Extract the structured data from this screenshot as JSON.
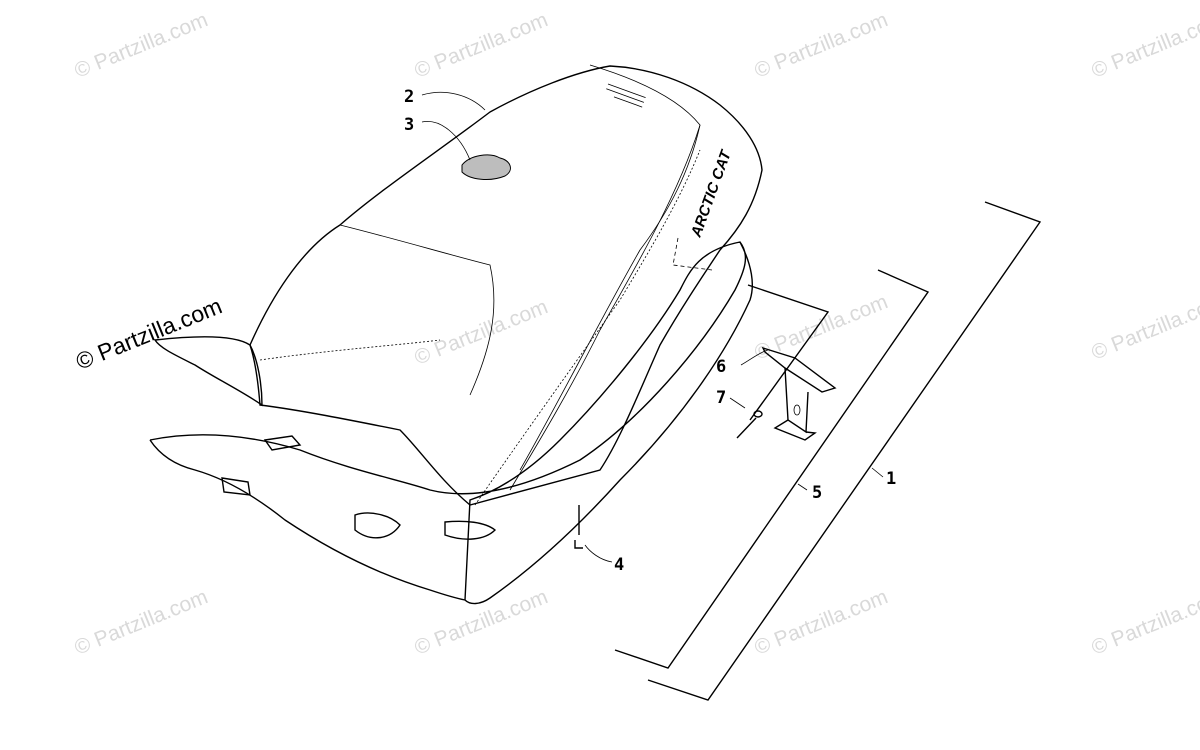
{
  "diagram": {
    "callouts": [
      {
        "label": "1"
      },
      {
        "label": "2"
      },
      {
        "label": "3"
      },
      {
        "label": "4"
      },
      {
        "label": "5"
      },
      {
        "label": "6"
      },
      {
        "label": "7"
      }
    ],
    "seat_logo_text": "ARCTIC CAT",
    "brand_watermark": "© Partzilla.com",
    "tile_watermark": "© Partzilla.com"
  },
  "colors": {
    "line": "#000000",
    "watermark": "#d9d9d9",
    "background": "#ffffff"
  }
}
